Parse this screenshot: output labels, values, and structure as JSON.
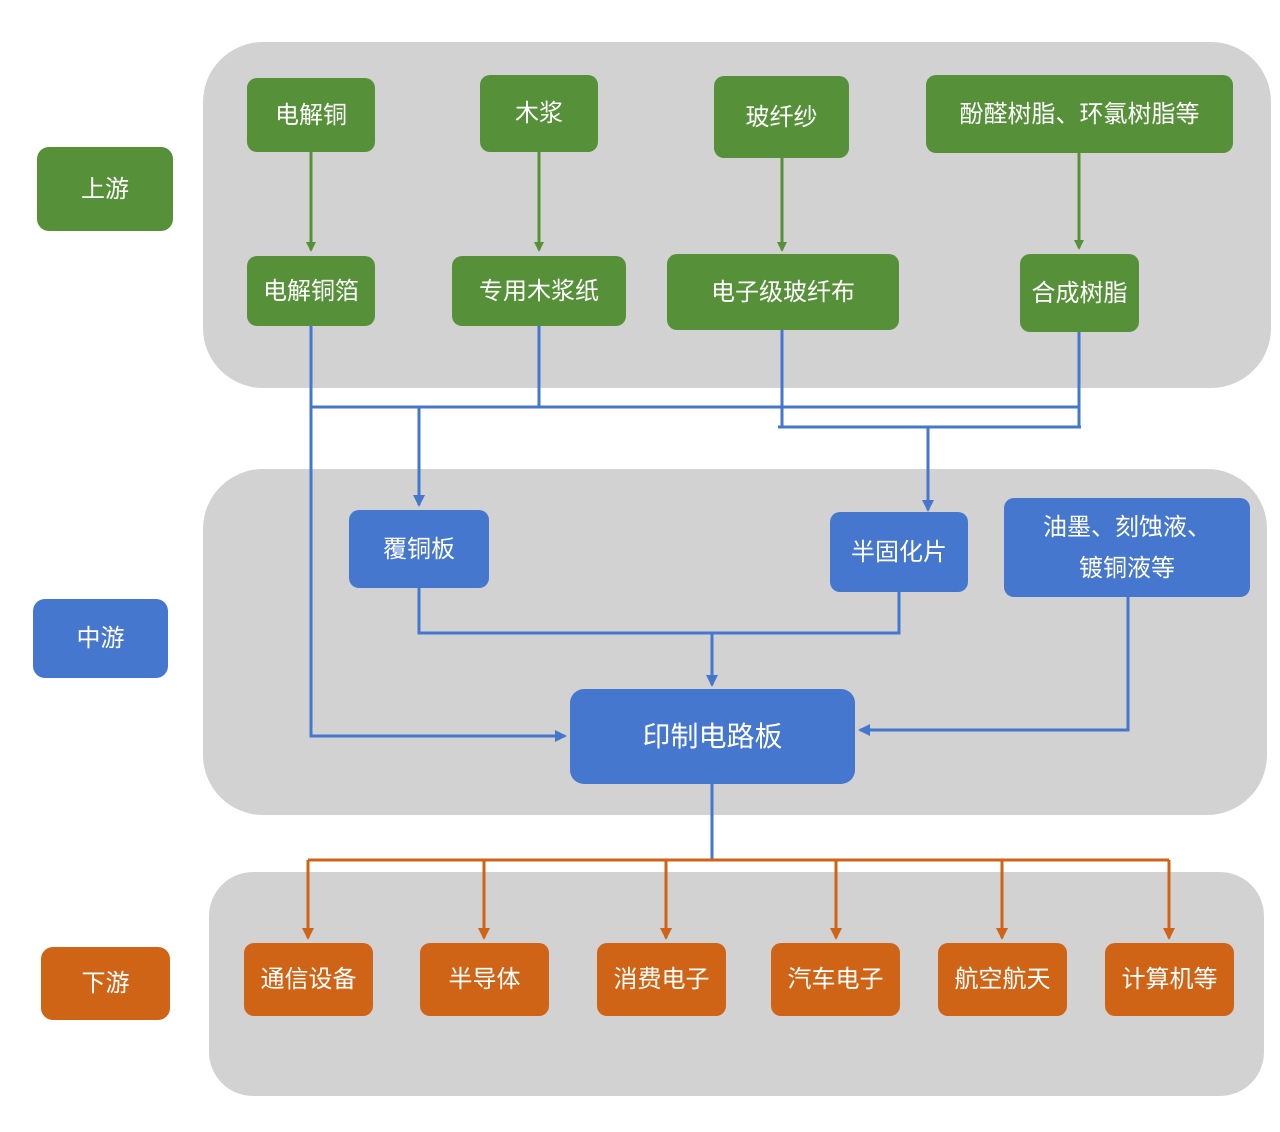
{
  "colors": {
    "upstream": "#56913a",
    "midstream": "#4577cf",
    "downstream": "#cf6417",
    "panel": "#d3d2d3"
  },
  "stages": {
    "upstream": "上游",
    "midstream": "中游",
    "downstream": "下游"
  },
  "upstream": {
    "raw": [
      "电解铜",
      "木浆",
      "玻纤纱",
      "酚醛树脂、环氯树脂等"
    ],
    "processed": [
      "电解铜箔",
      "专用木浆纸",
      "电子级玻纤布",
      "合成树脂"
    ]
  },
  "midstream": {
    "copper_clad": "覆铜板",
    "prepreg": "半固化片",
    "chemicals_line1": "油墨、刻蚀液、",
    "chemicals_line2": "镀铜液等",
    "pcb": "印制电路板"
  },
  "downstream": [
    "通信设备",
    "半导体",
    "消费电子",
    "汽车电子",
    "航空航天",
    "计算机等"
  ]
}
